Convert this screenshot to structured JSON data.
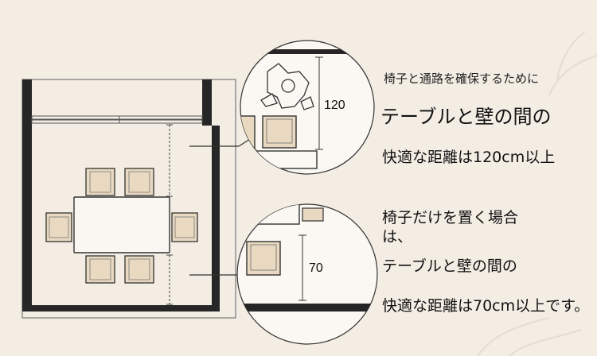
{
  "diagram": {
    "dimension_top": "120",
    "dimension_bottom": "70"
  },
  "text": {
    "line1": "椅子と通路を確保するために",
    "line2": "テーブルと壁の間の",
    "line3": "快適な距離は120cm以上",
    "line4a": "椅子だけを置く場合",
    "line4b": "は、",
    "line5": "テーブルと壁の間の",
    "line6": "快適な距離は70cm以上です。"
  },
  "colors": {
    "background": "#f3ede4",
    "wall": "#262626",
    "outline": "#555555",
    "chair_fill": "#e8d9c0"
  }
}
